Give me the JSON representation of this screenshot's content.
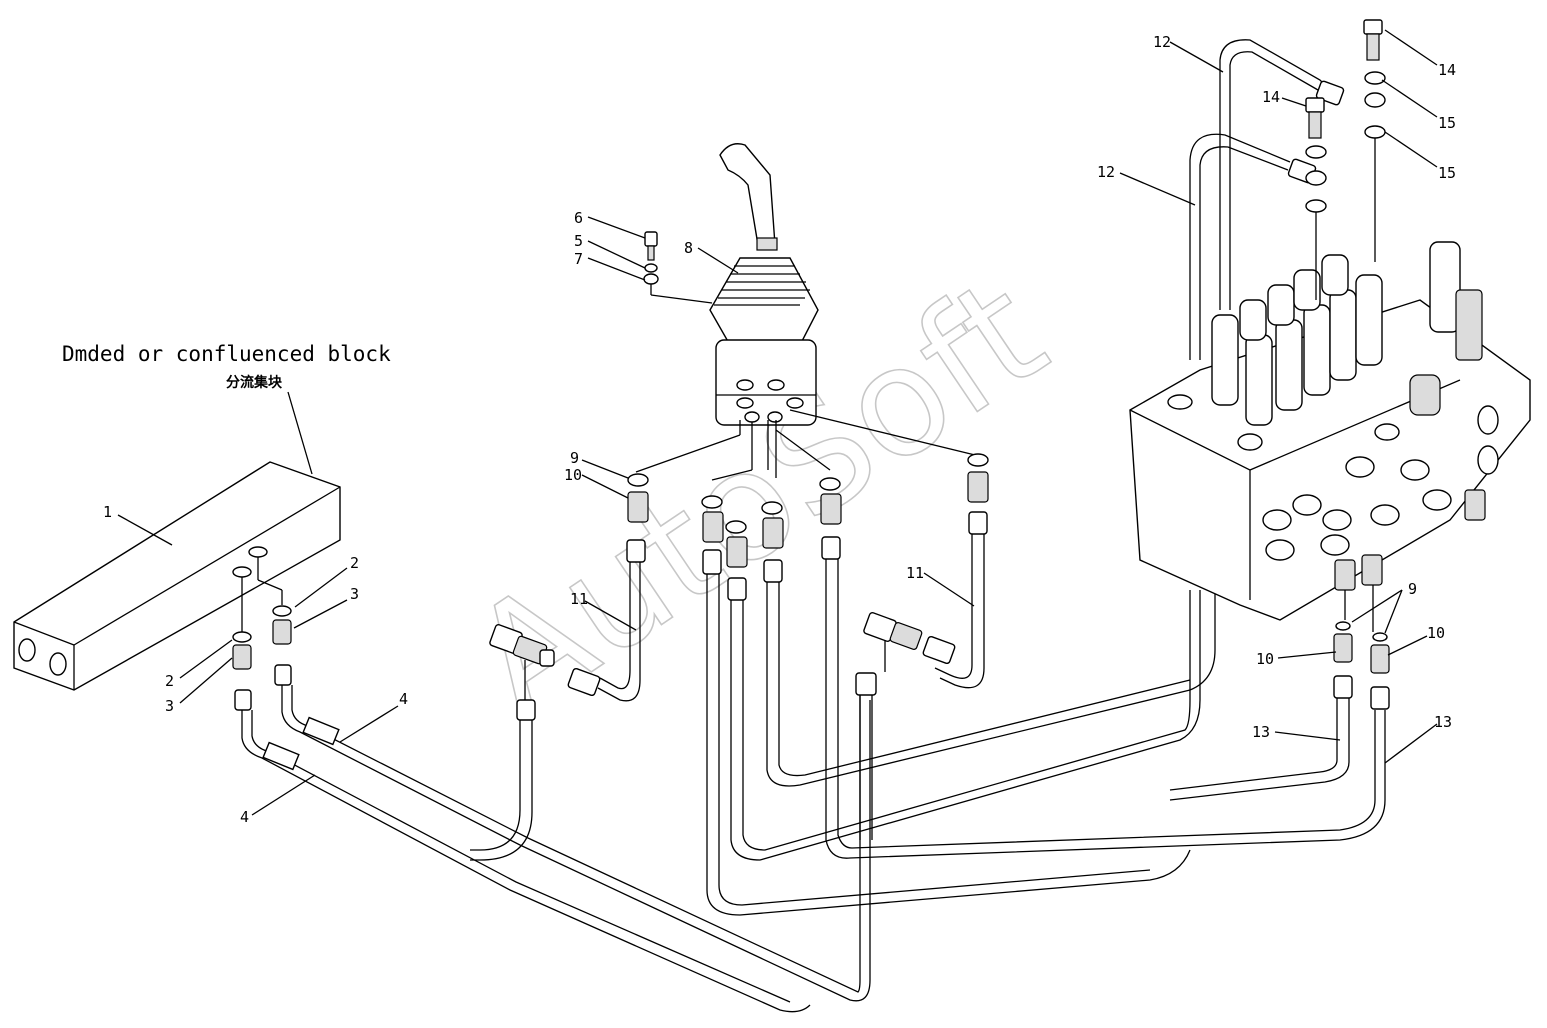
{
  "block": {
    "caption_en": "Dmded or confluenced block",
    "caption_cn": "分流集块"
  },
  "watermark": "AutoSoft",
  "callouts": {
    "c1": "1",
    "c2a": "2",
    "c2b": "2",
    "c3a": "3",
    "c3b": "3",
    "c4a": "4",
    "c4b": "4",
    "c5": "5",
    "c6": "6",
    "c7": "7",
    "c8": "8",
    "c9a": "9",
    "c9b": "9",
    "c10a": "10",
    "c10b": "10",
    "c10c": "10",
    "c11a": "11",
    "c11b": "11",
    "c12a": "12",
    "c12b": "12",
    "c13a": "13",
    "c13b": "13",
    "c14a": "14",
    "c14b": "14",
    "c15a": "15",
    "c15b": "15"
  }
}
